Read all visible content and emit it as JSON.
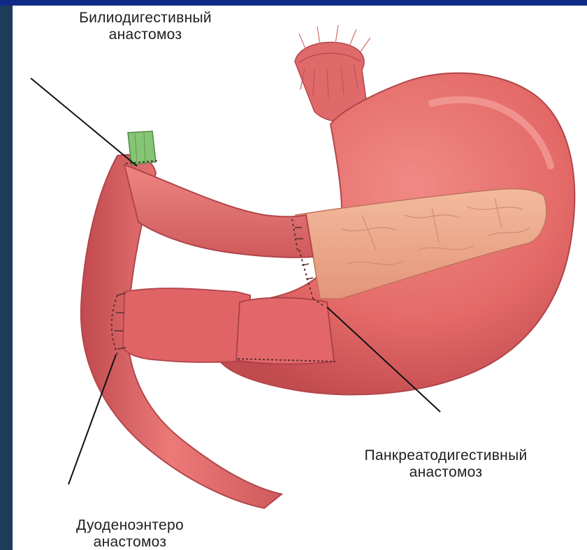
{
  "labels": {
    "biliary": {
      "line1": "Билиодигестивный",
      "line2": "анастомоз"
    },
    "pancreatic": {
      "line1": "Панкреатодигестивный",
      "line2": "анастомоз"
    },
    "duodeno": {
      "line1": "Дуоденоэнтеро",
      "line2": "анастомоз"
    }
  },
  "colors": {
    "background": "#1c3c5c",
    "frame_top": "#0f2a86",
    "tissue": "#e36363",
    "tissue_dark": "#b8454a",
    "pancreas": "#eda587",
    "bile_duct": "#7bbf6a",
    "suture": "#5a3030",
    "leader": "#111111"
  }
}
